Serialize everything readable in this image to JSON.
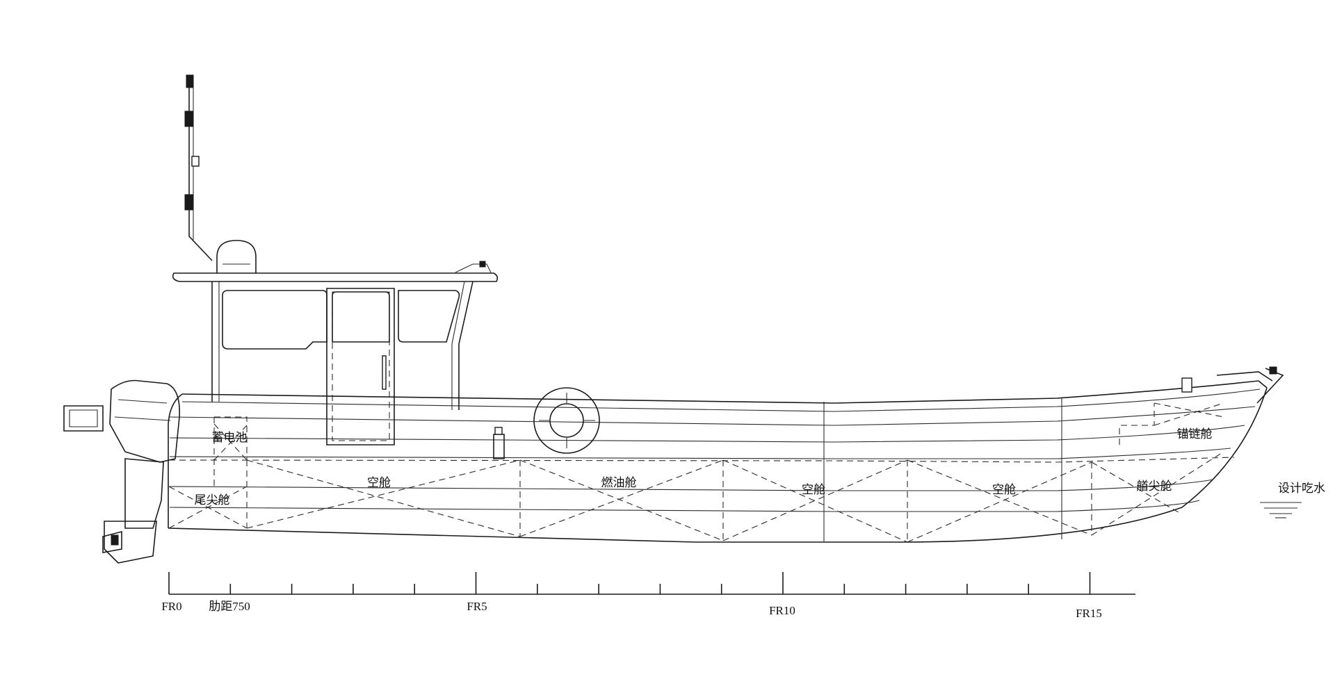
{
  "compartments": {
    "battery": "蓄电池",
    "stern_peak": "尾尖舱",
    "void_1": "空舱",
    "fuel_tank": "燃油舱",
    "void_2": "空舱",
    "void_3": "空舱",
    "fore_peak": "艏尖舱",
    "chain_locker": "锚链舱"
  },
  "design_draft_label": "设计吃水",
  "frame_scale": {
    "fr0": "FR0",
    "frame_spacing": "肋距750",
    "fr5": "FR5",
    "fr10": "FR10",
    "fr15": "FR15"
  }
}
